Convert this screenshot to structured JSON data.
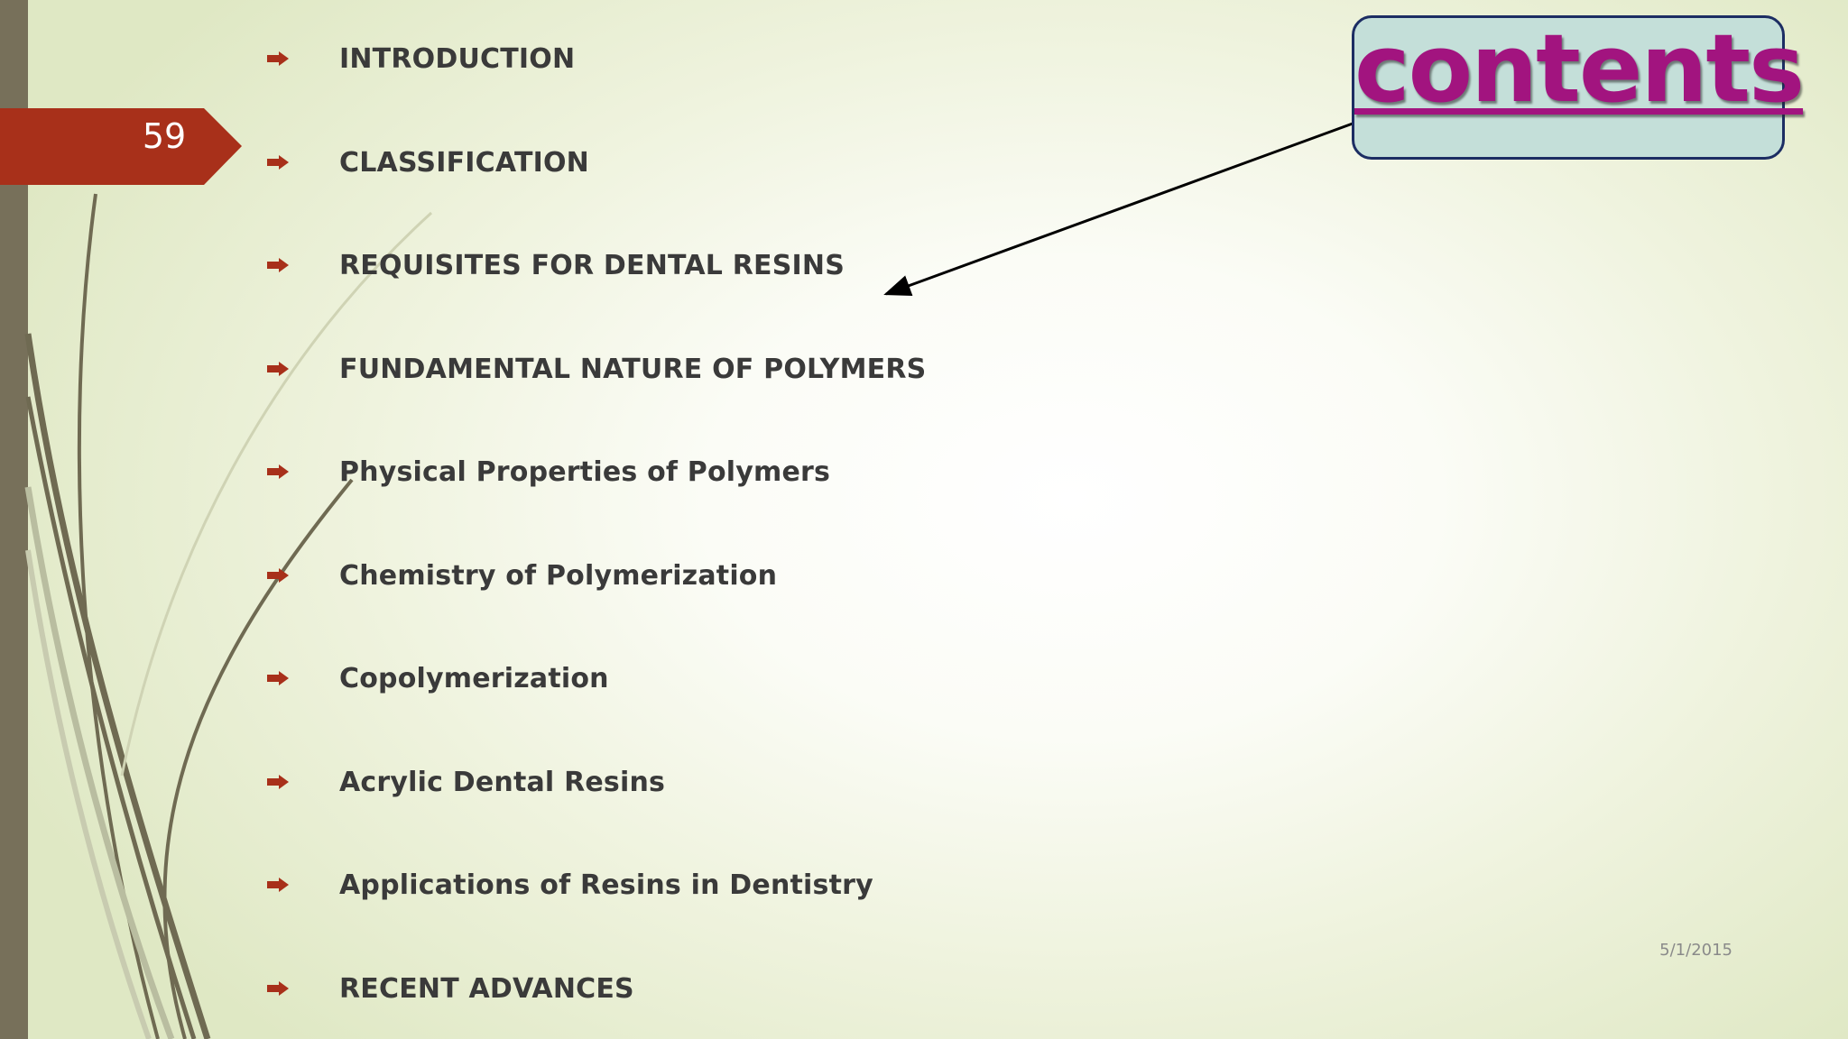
{
  "slide": {
    "page_number": "59",
    "date": "5/1/2015",
    "accent_color": "#a8301a",
    "side_bar_color": "#77705a"
  },
  "callout": {
    "title": "contents",
    "title_color": "#a2147f",
    "fill_color": "#c4dfd9",
    "border_color": "#1c2d63"
  },
  "toc": {
    "bullet_icon": "right-arrow-bullet-icon",
    "items": [
      {
        "label": "INTRODUCTION"
      },
      {
        "label": "CLASSIFICATION"
      },
      {
        "label": "REQUISITES FOR DENTAL RESINS"
      },
      {
        "label": "FUNDAMENTAL NATURE OF POLYMERS"
      },
      {
        "label": "Physical Properties of Polymers"
      },
      {
        "label": "Chemistry of Polymerization"
      },
      {
        "label": "Copolymerization"
      },
      {
        "label": "Acrylic Dental Resins"
      },
      {
        "label": "Applications of Resins in Dentistry"
      },
      {
        "label": "RECENT ADVANCES"
      }
    ]
  }
}
